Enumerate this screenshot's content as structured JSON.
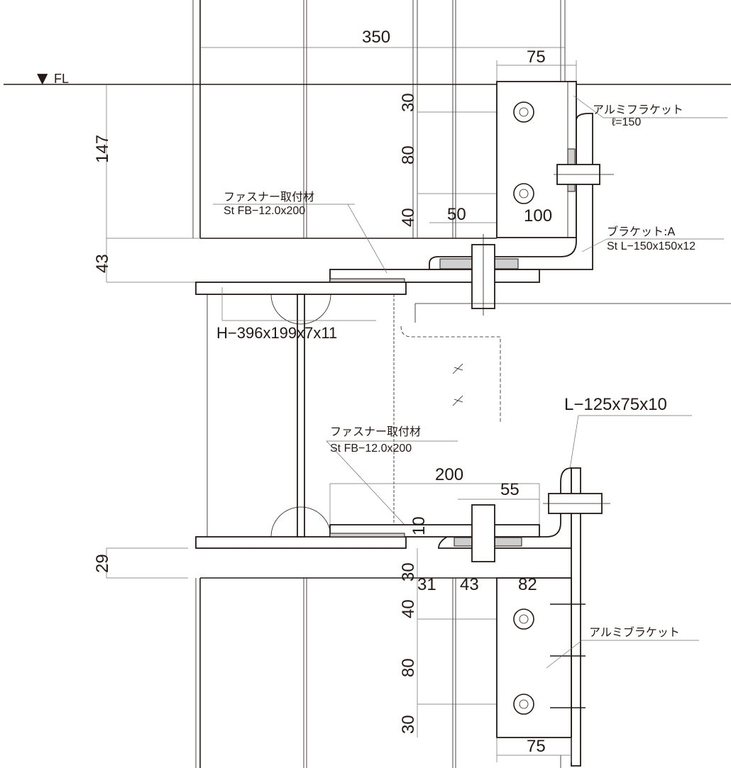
{
  "floor_level": {
    "symbol": "▼",
    "label": "FL"
  },
  "dimensions": {
    "top_width": "350",
    "top_bracket_width": "75",
    "height_147": "147",
    "height_43": "43",
    "top_bolt_30": "30",
    "top_bolt_80": "80",
    "top_bolt_40": "40",
    "top_50": "50",
    "top_100": "100",
    "lower_200": "200",
    "lower_55": "55",
    "lower_10": "10",
    "height_29": "29",
    "lower_30": "30",
    "lower_31": "31",
    "lower_43": "43",
    "lower_82": "82",
    "lower_bolt_40": "40",
    "lower_bolt_80": "80",
    "lower_bolt_30": "30",
    "bottom_bracket_width": "75"
  },
  "labels": {
    "aluminum_bracket_top": {
      "title": "アルミフラケット",
      "sub": "ℓ=150"
    },
    "bracket_a": {
      "title": "ブラケット:A",
      "sub": "St L−150x150x12"
    },
    "fastener_top": {
      "title": "ファスナー取付材",
      "sub": "St  FB−12.0x200"
    },
    "h_beam": "H−396x199x7x11",
    "angle_lower": "L−125x75x10",
    "fastener_lower": {
      "title": "ファスナー取付材",
      "sub": "St  FB−12.0x200"
    },
    "aluminum_bracket_bottom": "アルミブラケット"
  }
}
